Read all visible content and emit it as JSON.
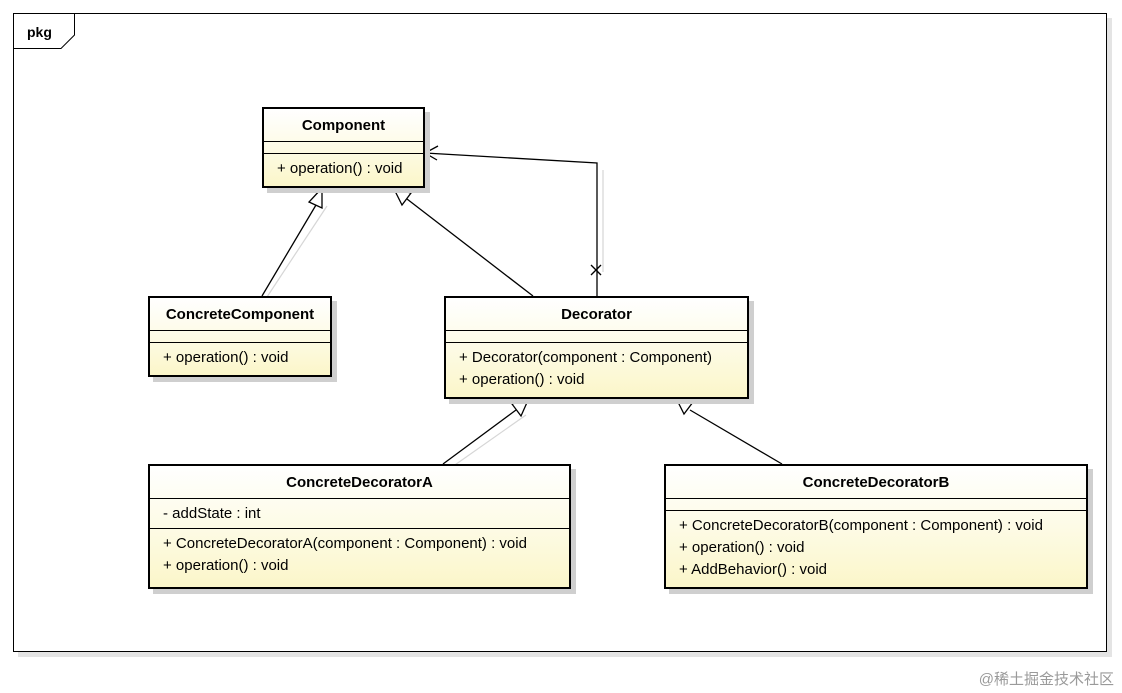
{
  "package": {
    "label": "pkg"
  },
  "classes": {
    "component": {
      "name": "Component",
      "attributes": [],
      "operations": [
        "+ operation() : void"
      ]
    },
    "concrete_component": {
      "name": "ConcreteComponent",
      "attributes": [],
      "operations": [
        "+ operation() : void"
      ]
    },
    "decorator": {
      "name": "Decorator",
      "attributes": [],
      "operations": [
        "+ Decorator(component : Component)",
        "+ operation() : void"
      ]
    },
    "concrete_decorator_a": {
      "name": "ConcreteDecoratorA",
      "attributes": [
        "- addState : int"
      ],
      "operations": [
        "+ ConcreteDecoratorA(component : Component) : void",
        "+ operation() : void"
      ]
    },
    "concrete_decorator_b": {
      "name": "ConcreteDecoratorB",
      "attributes": [],
      "operations": [
        "+ ConcreteDecoratorB(component : Component) : void",
        "+ operation() : void",
        "+ AddBehavior() : void"
      ]
    }
  },
  "watermark": "@稀土掘金技术社区"
}
